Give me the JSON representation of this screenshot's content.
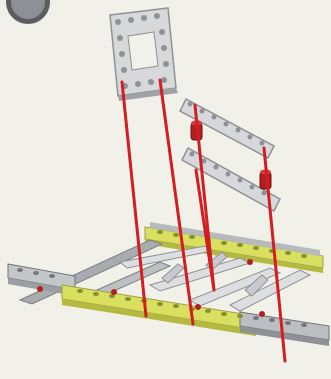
{
  "diagram": {
    "kind": "lego-technic-assembly-instruction",
    "step_indicator": "",
    "colors": {
      "background": "#f1f1ea",
      "guide_lines": "#d21d22",
      "light_gray_parts": "#d6d8d9",
      "dark_gray_parts": "#8e9296",
      "lime_beams": "#d9e060",
      "red_pins": "#b41e22"
    },
    "parts": [
      {
        "name": "square-frame-5x5",
        "icon": "square-frame-icon"
      },
      {
        "name": "liftarm-1x7-upper",
        "icon": "liftarm-icon"
      },
      {
        "name": "liftarm-1x7-lower",
        "icon": "liftarm-icon"
      },
      {
        "name": "axle-pin-left",
        "icon": "red-pin-icon"
      },
      {
        "name": "axle-pin-right",
        "icon": "red-pin-icon"
      }
    ],
    "guide_line_count": 5
  }
}
